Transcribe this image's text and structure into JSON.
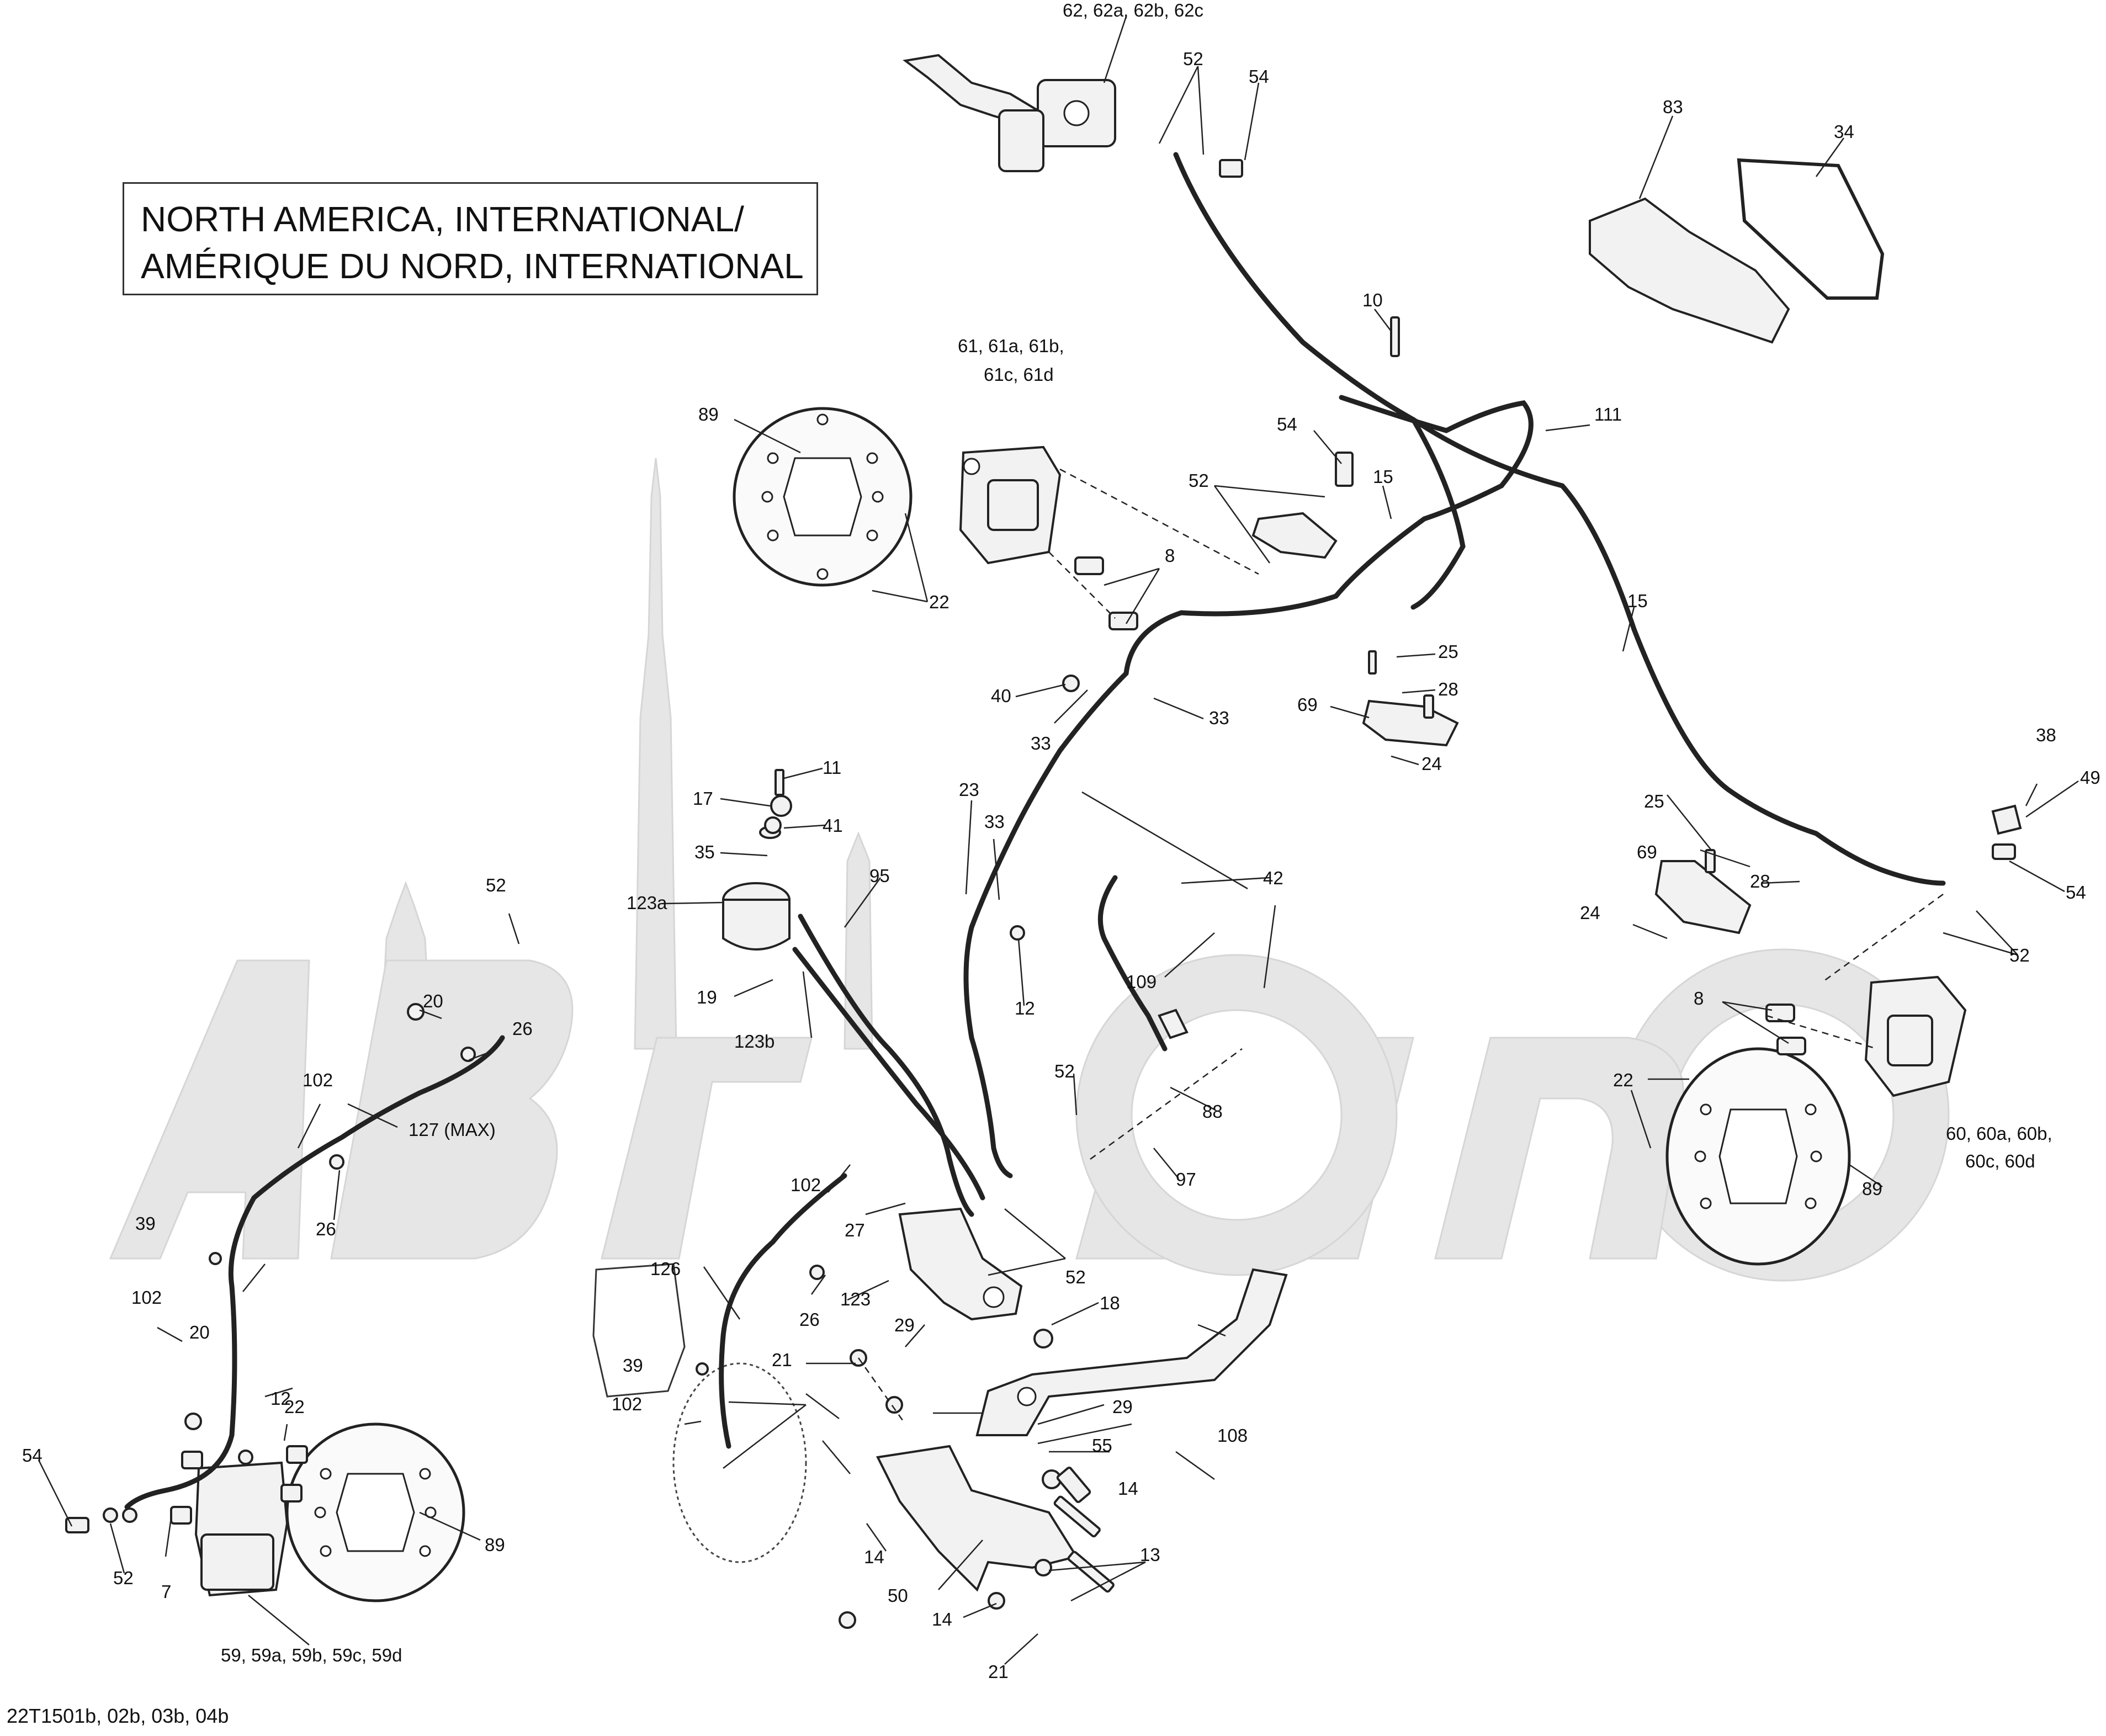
{
  "title": {
    "line1": "NORTH AMERICA, INTERNATIONAL/",
    "line2": "AMÉRIQUE DU NORD, INTERNATIONAL"
  },
  "footer_code": "22T1501b, 02b, 03b, 04b",
  "watermark_text": "АвтоМото",
  "callouts": [
    "62, 62a, 62b, 62c",
    "52",
    "54",
    "83",
    "34",
    "10",
    "111",
    "61, 61a, 61b,",
    "61c, 61d",
    "89",
    "22",
    "54",
    "52",
    "15",
    "8",
    "15",
    "25",
    "28",
    "69",
    "24",
    "40",
    "33",
    "33",
    "11",
    "17",
    "41",
    "35",
    "123a",
    "95",
    "23",
    "33",
    "42",
    "19",
    "123b",
    "12",
    "109",
    "52",
    "20",
    "26",
    "102",
    "127 (MAX)",
    "26",
    "38",
    "49",
    "25",
    "69",
    "28",
    "54",
    "24",
    "8",
    "52",
    "22",
    "60, 60a, 60b,",
    "60c, 60d",
    "89",
    "88",
    "52",
    "97",
    "102",
    "27",
    "39",
    "126",
    "102",
    "26",
    "123",
    "18",
    "52",
    "20",
    "12",
    "22",
    "29",
    "21",
    "39",
    "102",
    "29",
    "108",
    "55",
    "14",
    "54",
    "52",
    "7",
    "89",
    "14",
    "50",
    "13",
    "14",
    "21",
    "59, 59a, 59b, 59c, 59d"
  ]
}
